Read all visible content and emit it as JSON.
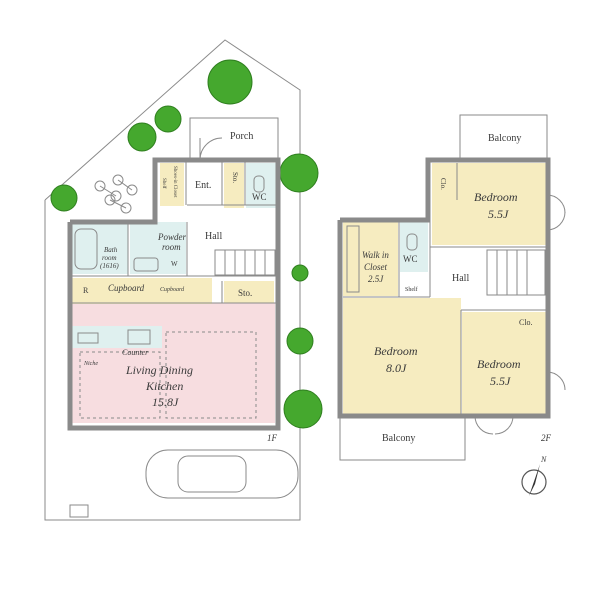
{
  "floor1": {
    "label": "1F",
    "rooms": {
      "porch": "Porch",
      "entrance": "Ent.",
      "hall": "Hall",
      "wc": "WC",
      "shoe_closet": "Shoes-in Closet",
      "shelf": "Shelf",
      "storage_small": "Sto.",
      "storage": "Sto.",
      "bath_line1": "Bath",
      "bath_line2": "room",
      "bath_line3": "(1616)",
      "powder_line1": "Powder",
      "powder_line2": "room",
      "washer": "W",
      "fridge": "R",
      "cupboard_main": "Cupboard",
      "cupboard_side": "Cupboard",
      "counter": "Counter",
      "niche": "Niche",
      "ldk_line1": "Living Dining",
      "ldk_line2": "Kitchen",
      "ldk_line3": "15.8J"
    }
  },
  "floor2": {
    "label": "2F",
    "rooms": {
      "balcony_top": "Balcony",
      "bedroom_ne_line1": "Bedroom",
      "bedroom_ne_line2": "5.5J",
      "closet_ne": "Clo.",
      "walkin_line1": "Walk in",
      "walkin_line2": "Closet",
      "walkin_line3": "2.5J",
      "wc": "WC",
      "shelf": "Shelf",
      "hall": "Hall",
      "bedroom_w_line1": "Bedroom",
      "bedroom_w_line2": "8.0J",
      "closet_se": "Clo.",
      "bedroom_se_line1": "Bedroom",
      "bedroom_se_line2": "5.5J",
      "balcony_bottom": "Balcony"
    }
  },
  "compass": {
    "north": "N"
  },
  "colors": {
    "ldk_fill": "#f7dde0",
    "bedroom_fill": "#f6ecc0",
    "wet_fill": "#dff0ef",
    "closet_fill": "#f6ecc0",
    "tree": "#45a82e",
    "wall": "#8a8a8a"
  }
}
